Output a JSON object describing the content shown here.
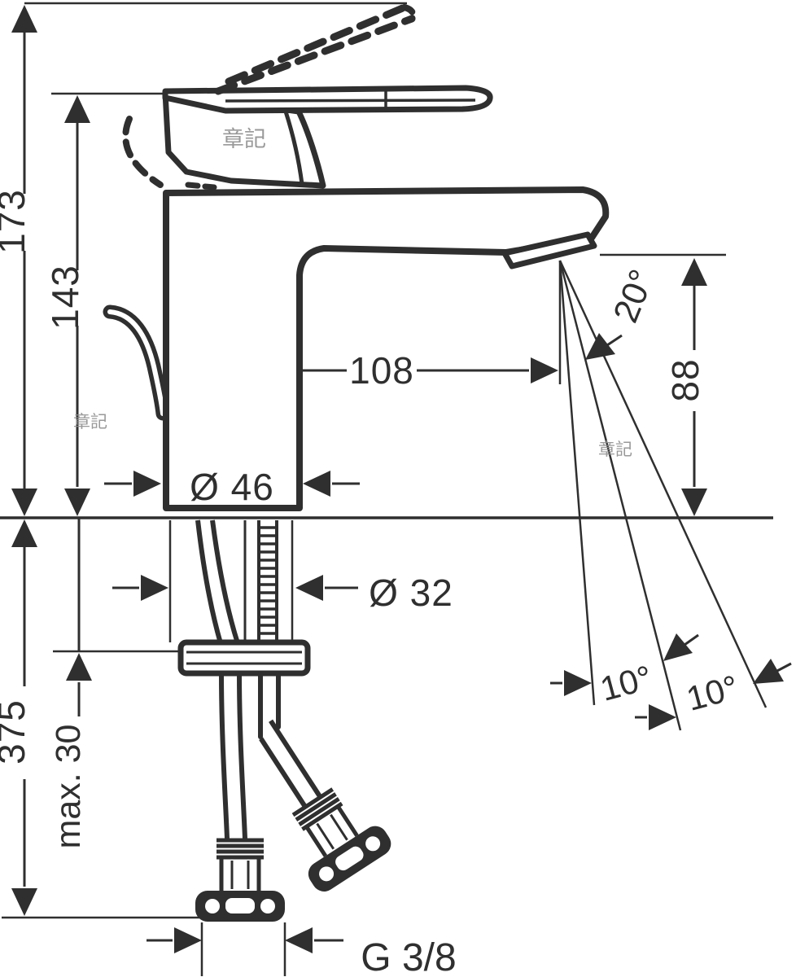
{
  "labels": {
    "total_height": "173",
    "body_height": "143",
    "spout_reach": "108",
    "outlet_height": "88",
    "spout_angle": "20°",
    "body_diameter": "Ø 46",
    "shank_diameter": "Ø 32",
    "hose_length": "375",
    "max_mounting": "max. 30",
    "swivel_left": "10°",
    "swivel_right": "10°",
    "connection_thread": "G 3/8"
  },
  "watermarks": {
    "a": "章記",
    "b": "章記",
    "c": "章記"
  },
  "colors": {
    "line": "#2f2f2f",
    "watermark": "#8f8f8f",
    "background": "#ffffff"
  }
}
